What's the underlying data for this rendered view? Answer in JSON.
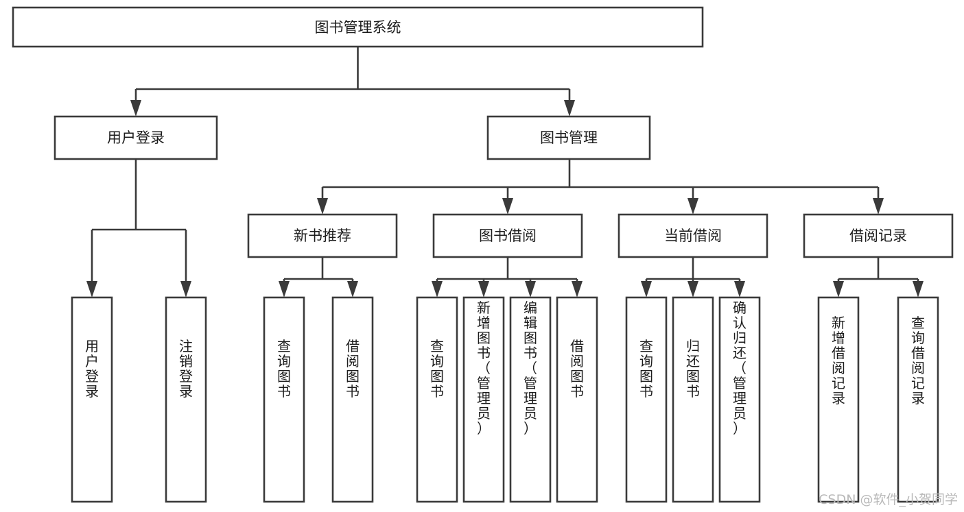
{
  "diagram": {
    "title": "图书管理系统",
    "type": "tree-hierarchy",
    "orientation": "top-down",
    "nodes": {
      "root": {
        "label": "图书管理系统"
      },
      "level2": [
        {
          "id": "user-login",
          "label": "用户登录"
        },
        {
          "id": "book-management",
          "label": "图书管理"
        }
      ],
      "level3": [
        {
          "id": "new-book-recommend",
          "label": "新书推荐"
        },
        {
          "id": "book-borrow",
          "label": "图书借阅"
        },
        {
          "id": "current-borrow",
          "label": "当前借阅"
        },
        {
          "id": "borrow-record",
          "label": "借阅记录"
        }
      ],
      "leaves": [
        {
          "id": "leaf-user-login",
          "label": "用户登录",
          "parent": "user-login"
        },
        {
          "id": "leaf-logout-login",
          "label": "注销登录",
          "parent": "user-login"
        },
        {
          "id": "leaf-query-book-1",
          "label": "查询图书",
          "parent": "new-book-recommend"
        },
        {
          "id": "leaf-borrow-book-1",
          "label": "借阅图书",
          "parent": "new-book-recommend"
        },
        {
          "id": "leaf-query-book-2",
          "label": "查询图书",
          "parent": "book-borrow"
        },
        {
          "id": "leaf-add-book",
          "label": "新增图书（管理员）",
          "parent": "book-borrow"
        },
        {
          "id": "leaf-edit-book",
          "label": "编辑图书（管理员）",
          "parent": "book-borrow"
        },
        {
          "id": "leaf-borrow-book-2",
          "label": "借阅图书",
          "parent": "book-borrow"
        },
        {
          "id": "leaf-query-book-3",
          "label": "查询图书",
          "parent": "current-borrow"
        },
        {
          "id": "leaf-return-book",
          "label": "归还图书",
          "parent": "current-borrow"
        },
        {
          "id": "leaf-confirm-return",
          "label": "确认归还（管理员）",
          "parent": "current-borrow"
        },
        {
          "id": "leaf-add-record",
          "label": "新增借阅记录",
          "parent": "borrow-record"
        },
        {
          "id": "leaf-query-record",
          "label": "查询借阅记录",
          "parent": "borrow-record"
        }
      ]
    },
    "colors": {
      "box_stroke": "#3a3a3a",
      "box_fill": "#ffffff",
      "connector": "#3a3a3a",
      "label_text": "#1c1c1c",
      "watermark": "#b9b9b9",
      "canvas": "#ffffff"
    }
  },
  "watermark": {
    "text": "CSDN @软件_小贺同学"
  }
}
